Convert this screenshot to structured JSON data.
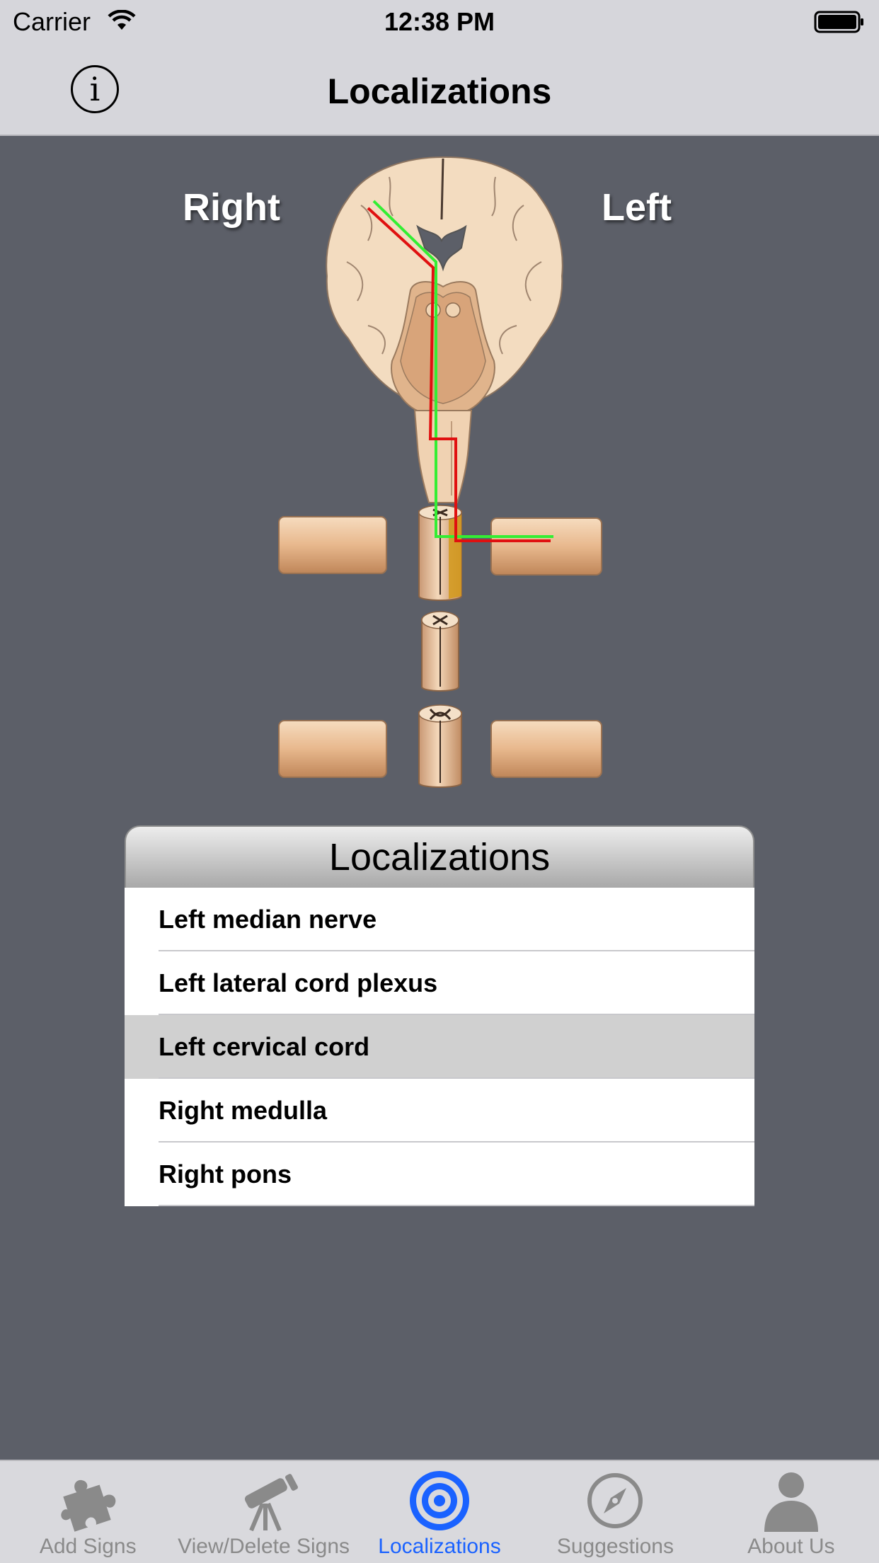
{
  "status_bar": {
    "carrier": "Carrier",
    "time": "12:38 PM"
  },
  "nav": {
    "title": "Localizations",
    "info_icon": "i"
  },
  "diagram": {
    "right_label": "Right",
    "left_label": "Left"
  },
  "panel": {
    "title": "Localizations",
    "items": [
      {
        "label": "Left median nerve"
      },
      {
        "label": "Left lateral cord plexus"
      },
      {
        "label": "Left cervical cord"
      },
      {
        "label": "Right medulla"
      },
      {
        "label": "Right pons"
      }
    ],
    "selected_index": 2
  },
  "tabs": [
    {
      "label": "Add Signs",
      "icon": "puzzle-icon"
    },
    {
      "label": "View/Delete Signs",
      "icon": "telescope-icon"
    },
    {
      "label": "Localizations",
      "icon": "target-icon"
    },
    {
      "label": "Suggestions",
      "icon": "compass-icon"
    },
    {
      "label": "About Us",
      "icon": "person-icon"
    }
  ],
  "active_tab": 2,
  "colors": {
    "accent": "#1a62ff",
    "pathway_red": "#e01010",
    "pathway_green": "#33ee33",
    "tissue": "#f2d7b6"
  }
}
